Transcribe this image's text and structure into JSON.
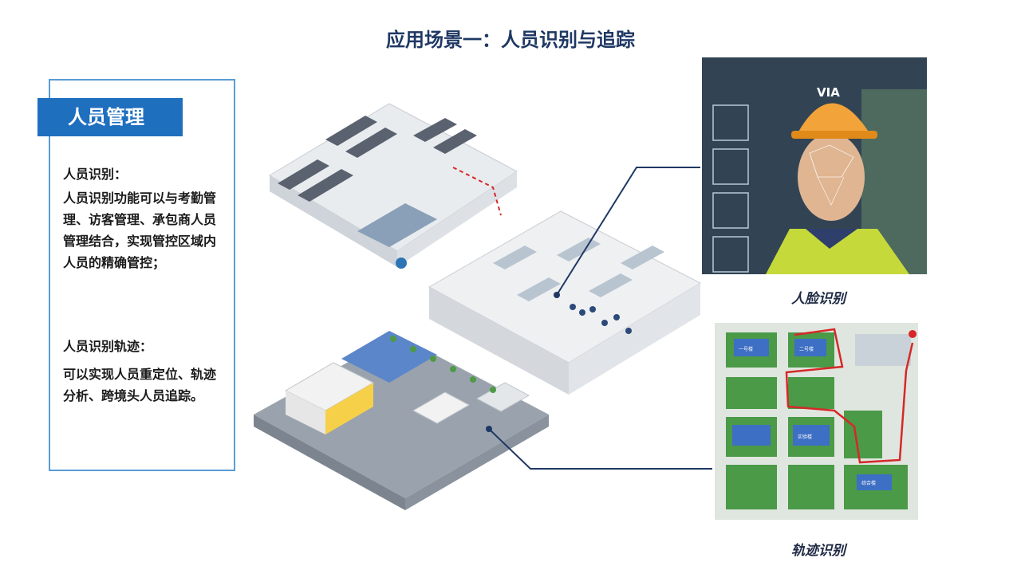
{
  "page": {
    "title": "应用场景一：人员识别与追踪"
  },
  "panel": {
    "header": "人员管理",
    "sections": [
      {
        "heading": "人员识别：",
        "body": "人员识别功能可以与考勤管理、访客管理、承包商人员管理结合，实现管控区域内人员的精确管控；"
      },
      {
        "heading": "人员识别轨迹：",
        "body": "可以实现人员重定位、轨迹分析、跨境头人员追踪。"
      }
    ]
  },
  "images": {
    "face_caption": "人脸识别",
    "track_caption": "轨迹识别",
    "helmet_logo": "VIA",
    "map_labels": [
      "一号楼",
      "二号楼",
      "实验楼",
      "综合楼"
    ]
  },
  "colors": {
    "title": "#1f3864",
    "accent": "#1f6fbf",
    "border": "#5b9bd5",
    "track_red": "#d62828"
  }
}
